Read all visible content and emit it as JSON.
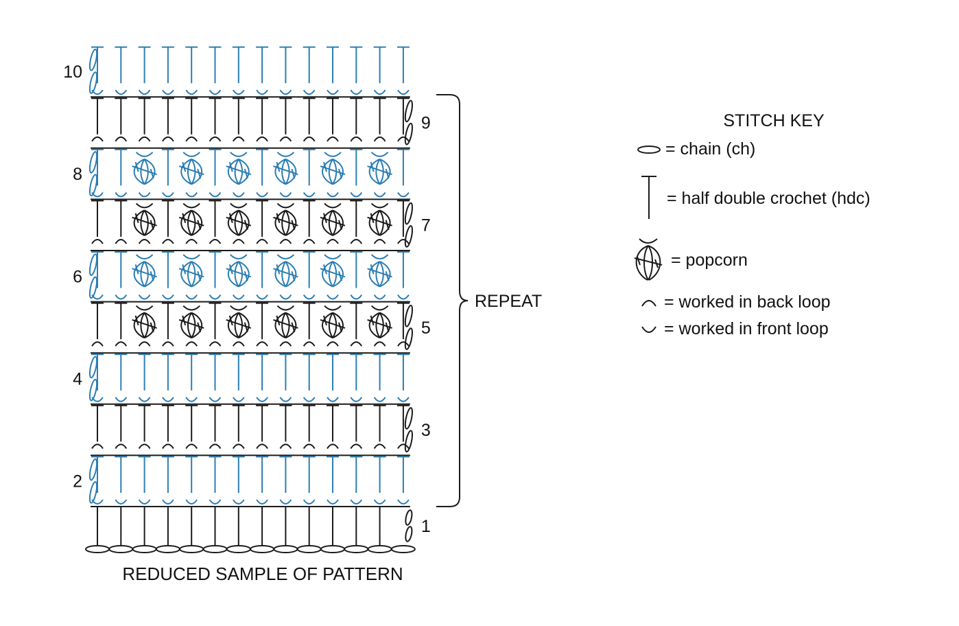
{
  "caption": "REDUCED SAMPLE OF PATTERN",
  "bracket_label": "REPEAT",
  "colors": {
    "black": "#1a1a1a",
    "blue": "#2a7db4"
  },
  "rows": [
    {
      "label": "1",
      "side": "right",
      "color": "black",
      "stitch": "hdc",
      "loop": "none",
      "popcorns": false
    },
    {
      "label": "2",
      "side": "left",
      "color": "blue",
      "stitch": "hdc",
      "loop": "front",
      "popcorns": false
    },
    {
      "label": "3",
      "side": "right",
      "color": "black",
      "stitch": "hdc",
      "loop": "back",
      "popcorns": false
    },
    {
      "label": "4",
      "side": "left",
      "color": "blue",
      "stitch": "hdc",
      "loop": "front",
      "popcorns": false
    },
    {
      "label": "5",
      "side": "right",
      "color": "black",
      "stitch": "hdc",
      "loop": "back",
      "popcorns": true
    },
    {
      "label": "6",
      "side": "left",
      "color": "blue",
      "stitch": "hdc",
      "loop": "front",
      "popcorns": true
    },
    {
      "label": "7",
      "side": "right",
      "color": "black",
      "stitch": "hdc",
      "loop": "back",
      "popcorns": true
    },
    {
      "label": "8",
      "side": "left",
      "color": "blue",
      "stitch": "hdc",
      "loop": "front",
      "popcorns": true
    },
    {
      "label": "9",
      "side": "right",
      "color": "black",
      "stitch": "hdc",
      "loop": "back",
      "popcorns": false
    },
    {
      "label": "10",
      "side": "left",
      "color": "blue",
      "stitch": "hdc",
      "loop": "front",
      "popcorns": false
    }
  ],
  "key": {
    "title": "STITCH KEY",
    "items": [
      {
        "symbol": "chain-icon",
        "text": "= chain (ch)"
      },
      {
        "symbol": "hdc-icon",
        "text": "= half double crochet (hdc)"
      },
      {
        "symbol": "popcorn-icon",
        "text": "= popcorn"
      },
      {
        "symbol": "back-loop-icon",
        "text": "= worked in back loop"
      },
      {
        "symbol": "front-loop-icon",
        "text": "= worked in front loop"
      }
    ]
  }
}
